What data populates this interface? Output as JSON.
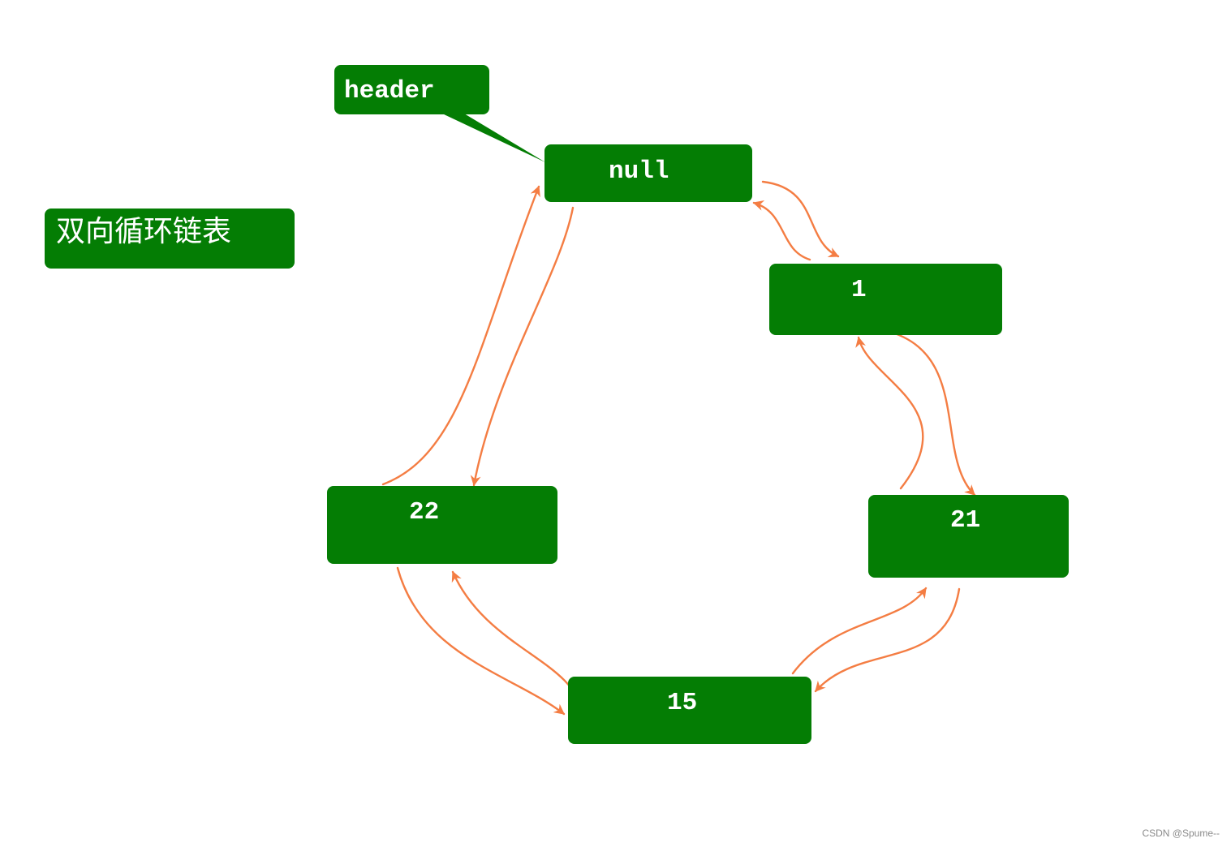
{
  "diagram": {
    "title": "双向循环链表",
    "header_label": "header",
    "nodes": {
      "null": "null",
      "n1": "1",
      "n21": "21",
      "n15": "15",
      "n22": "22"
    },
    "colors": {
      "node_fill": "#047d04",
      "arrow": "#f47d43",
      "text": "#ffffff"
    }
  },
  "watermark": "CSDN @Spume--"
}
